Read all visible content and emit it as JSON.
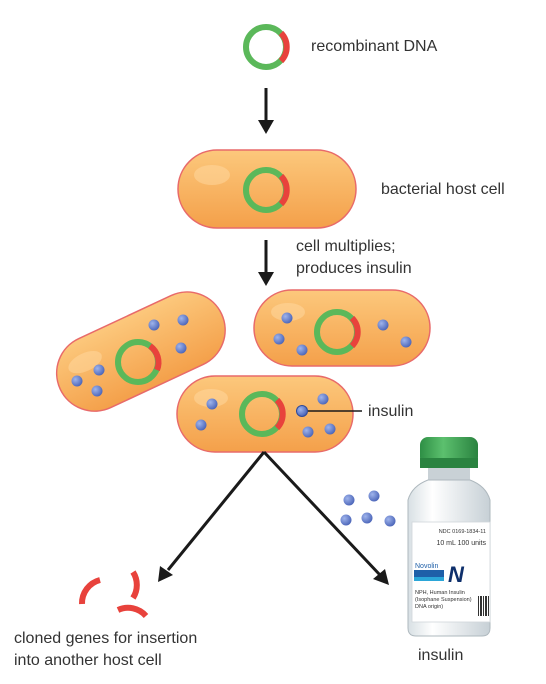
{
  "labels": {
    "recombinant_dna": "recombinant DNA",
    "bacterial_host_cell": "bacterial host cell",
    "cell_multiplies_line1": "cell multiplies;",
    "cell_multiplies_line2": "produces insulin",
    "insulin_pointer": "insulin",
    "cloned_genes_line1": "cloned genes for insertion",
    "cloned_genes_line2": "into another host cell",
    "insulin_product": "insulin"
  },
  "vial": {
    "ndc": "NDC 0169-1834-11",
    "volume_units": "10 mL   100 units",
    "brand": "Novolin",
    "logo_letter": "N",
    "desc1": "NPH, Human Insulin",
    "desc2": "(Isophane Suspension)",
    "desc3": "DNA origin)"
  },
  "colors": {
    "cell_fill": "#F8B25E",
    "cell_stroke": "#E86A6A",
    "plasmid_green": "#5BB85A",
    "plasmid_red": "#E8423C",
    "insulin_blue": "#5B78C8",
    "vial_cap": "#3DA853",
    "arrow": "#1a1a1a"
  }
}
